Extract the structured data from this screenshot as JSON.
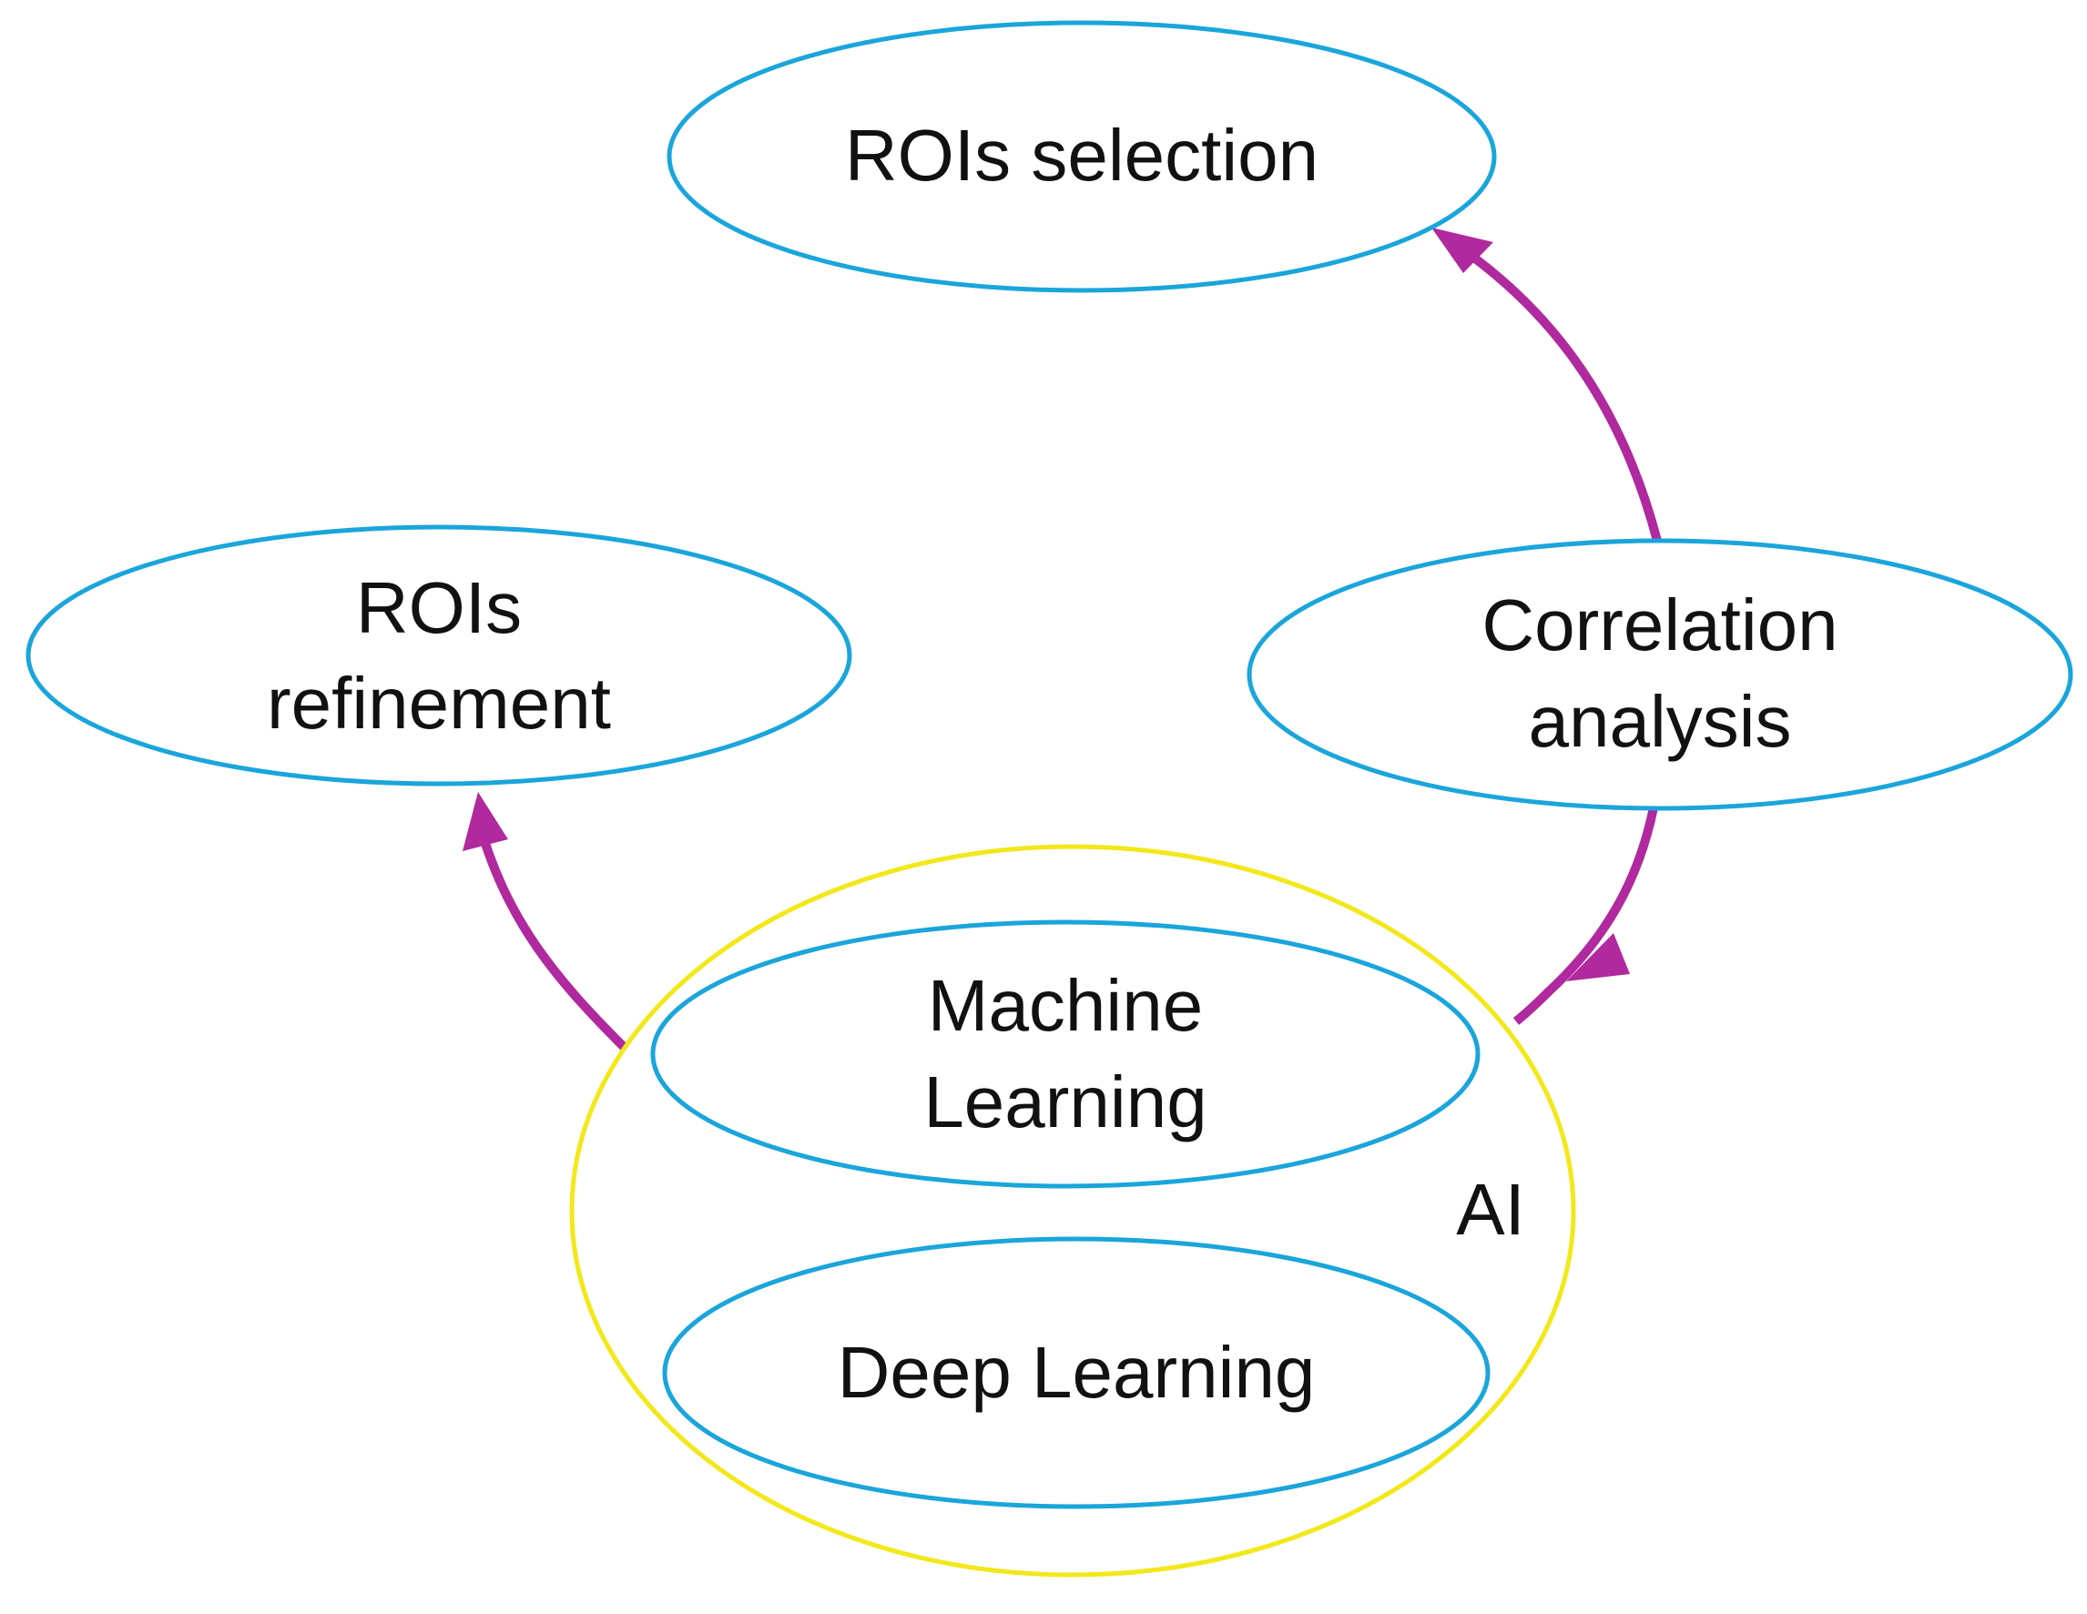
{
  "colors": {
    "node_outline": "#1aa5db",
    "group_outline": "#f2e81a",
    "arrow": "#b0299e",
    "text": "#111111",
    "background": "#ffffff"
  },
  "nodes": {
    "rois_selection": {
      "lines": [
        "ROIs selection"
      ]
    },
    "rois_refinement": {
      "lines": [
        "ROIs",
        "refinement"
      ]
    },
    "correlation_analysis": {
      "lines": [
        "Correlation",
        "analysis"
      ]
    },
    "machine_learning": {
      "lines": [
        "Machine",
        "Learning"
      ]
    },
    "deep_learning": {
      "lines": [
        "Deep Learning"
      ]
    }
  },
  "group": {
    "label": "AI"
  },
  "edges": [
    {
      "from": "correlation_analysis",
      "to": "rois_selection"
    },
    {
      "from": "correlation_analysis",
      "to": "ai_group"
    },
    {
      "from": "ai_group",
      "to": "rois_refinement"
    }
  ]
}
